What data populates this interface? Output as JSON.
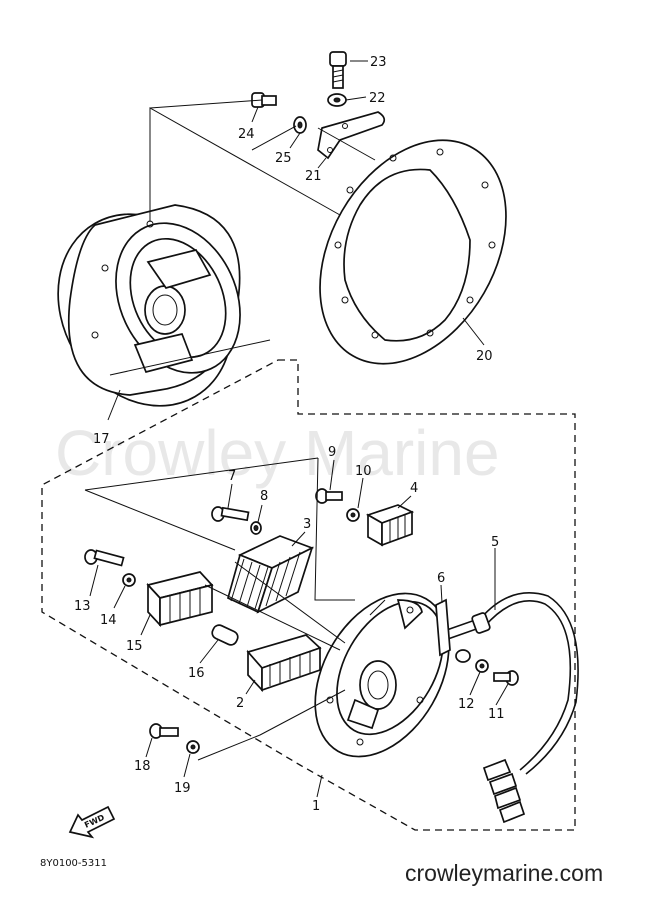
{
  "diagram": {
    "drawing_code": "8Y0100-5311",
    "watermark": "Crowley Marine",
    "site": "crowleymarine.com",
    "fwd_label": "FWD",
    "callouts": {
      "p1": "1",
      "p2": "2",
      "p3": "3",
      "p4": "4",
      "p5": "5",
      "p6": "6",
      "p7": "7",
      "p8": "8",
      "p9": "9",
      "p10": "10",
      "p11": "11",
      "p12": "12",
      "p13": "13",
      "p14": "14",
      "p15": "15",
      "p16": "16",
      "p17": "17",
      "p18": "18",
      "p19": "19",
      "p20": "20",
      "p21": "21",
      "p22": "22",
      "p23": "23",
      "p24": "24",
      "p25": "25"
    }
  }
}
